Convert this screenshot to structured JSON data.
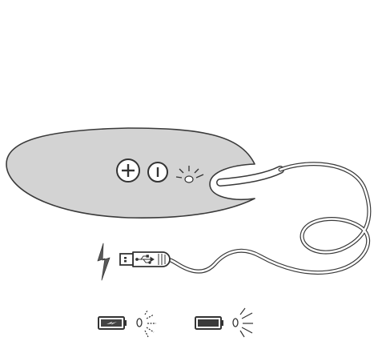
{
  "diagram": {
    "remote": {
      "body_fill": "#d3d3d3",
      "outline": "#3a3a3a",
      "buttons": [
        {
          "id": "plus",
          "symbol": "+",
          "icon": "plus-button-icon"
        },
        {
          "id": "minus",
          "symbol": "−",
          "icon": "minus-button-icon"
        }
      ],
      "indicator": {
        "icon": "light-indicator-icon"
      }
    },
    "charging": {
      "lightning_icon": "lightning-bolt-icon",
      "plug_icon": "usb-plug-icon",
      "usb_symbol_icon": "usb-symbol-icon"
    },
    "legend": [
      {
        "battery": "battery-charging-icon",
        "light": "blinking-light-icon",
        "state": "charging"
      },
      {
        "battery": "battery-full-icon",
        "light": "steady-light-icon",
        "state": "full"
      }
    ]
  }
}
